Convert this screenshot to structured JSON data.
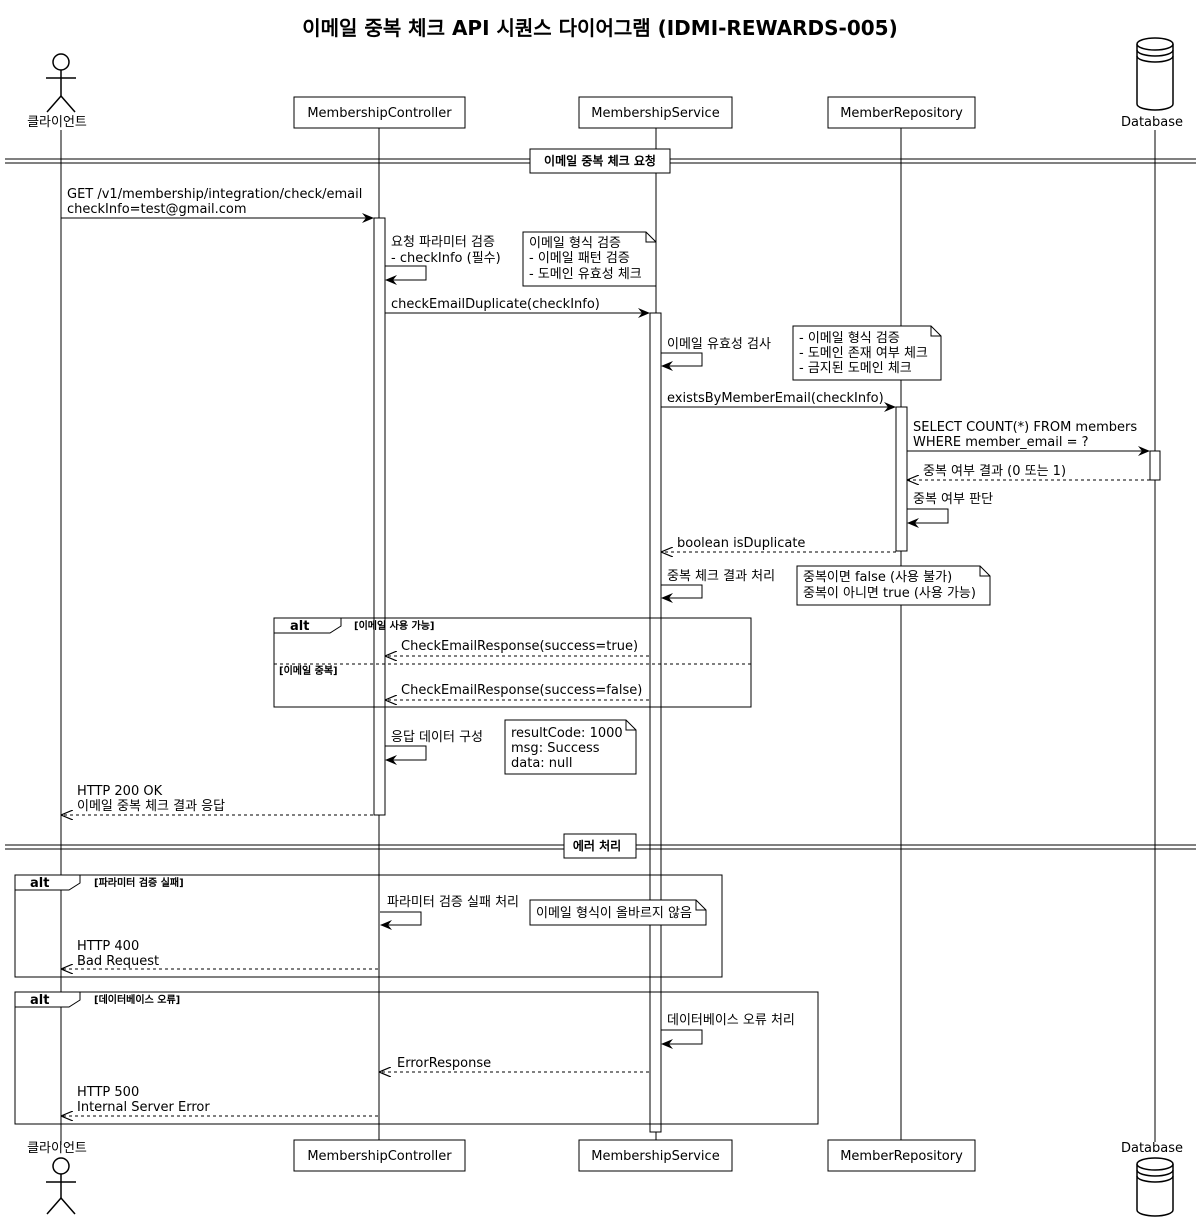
{
  "title": "이메일 중복 체크 API 시퀀스 다이어그램 (IDMI-REWARDS-005)",
  "participants": [
    {
      "key": "client",
      "label": "클라이언트",
      "kind": "actor"
    },
    {
      "key": "controller",
      "label": "MembershipController",
      "kind": "participant"
    },
    {
      "key": "service",
      "label": "MembershipService",
      "kind": "participant"
    },
    {
      "key": "repository",
      "label": "MemberRepository",
      "kind": "participant"
    },
    {
      "key": "database",
      "label": "Database",
      "kind": "database"
    }
  ],
  "dividers": [
    {
      "label": "이메일 중복 체크 요청"
    },
    {
      "label": "에러 처리"
    }
  ],
  "messages": [
    {
      "lines": [
        "GET /v1/membership/integration/check/email",
        "checkInfo=test@gmail.com"
      ]
    },
    {
      "lines": [
        "요청 파라미터 검증",
        "- checkInfo (필수)"
      ]
    },
    {
      "lines": [
        "checkEmailDuplicate(checkInfo)"
      ]
    },
    {
      "lines": [
        "이메일 유효성 검사"
      ]
    },
    {
      "lines": [
        "existsByMemberEmail(checkInfo)"
      ]
    },
    {
      "lines": [
        "SELECT COUNT(*) FROM members",
        "WHERE member_email = ?"
      ]
    },
    {
      "lines": [
        "중복 여부 결과 (0 또는 1)"
      ]
    },
    {
      "lines": [
        "중복 여부 판단"
      ]
    },
    {
      "lines": [
        "boolean isDuplicate"
      ]
    },
    {
      "lines": [
        "중복 체크 결과 처리"
      ]
    },
    {
      "lines": [
        "CheckEmailResponse(success=true)"
      ]
    },
    {
      "lines": [
        "CheckEmailResponse(success=false)"
      ]
    },
    {
      "lines": [
        "응답 데이터 구성"
      ]
    },
    {
      "lines": [
        "HTTP 200 OK",
        "이메일 중복 체크 결과 응답"
      ]
    },
    {
      "lines": [
        "파라미터 검증 실패 처리"
      ]
    },
    {
      "lines": [
        "HTTP 400",
        "Bad Request"
      ]
    },
    {
      "lines": [
        "데이터베이스 오류 처리"
      ]
    },
    {
      "lines": [
        "ErrorResponse"
      ]
    },
    {
      "lines": [
        "HTTP 500",
        "Internal Server Error"
      ]
    }
  ],
  "notes": [
    {
      "lines": [
        "이메일 형식 검증",
        "- 이메일 패턴 검증",
        "- 도메인 유효성 체크"
      ]
    },
    {
      "lines": [
        "- 이메일 형식 검증",
        "- 도메인 존재 여부 체크",
        "- 금지된 도메인 체크"
      ]
    },
    {
      "lines": [
        "중복이면 false (사용 불가)",
        "중복이 아니면 true (사용 가능)"
      ]
    },
    {
      "lines": [
        "resultCode: 1000",
        "msg: Success",
        "data: null"
      ]
    },
    {
      "lines": [
        "이메일 형식이 올바르지 않음"
      ]
    }
  ],
  "fragments": [
    {
      "keyword": "alt",
      "guards": [
        "[이메일 사용 가능]",
        "[이메일 중복]"
      ]
    },
    {
      "keyword": "alt",
      "guards": [
        "[파라미터 검증 실패]"
      ]
    },
    {
      "keyword": "alt",
      "guards": [
        "[데이터베이스 오류]"
      ]
    }
  ]
}
